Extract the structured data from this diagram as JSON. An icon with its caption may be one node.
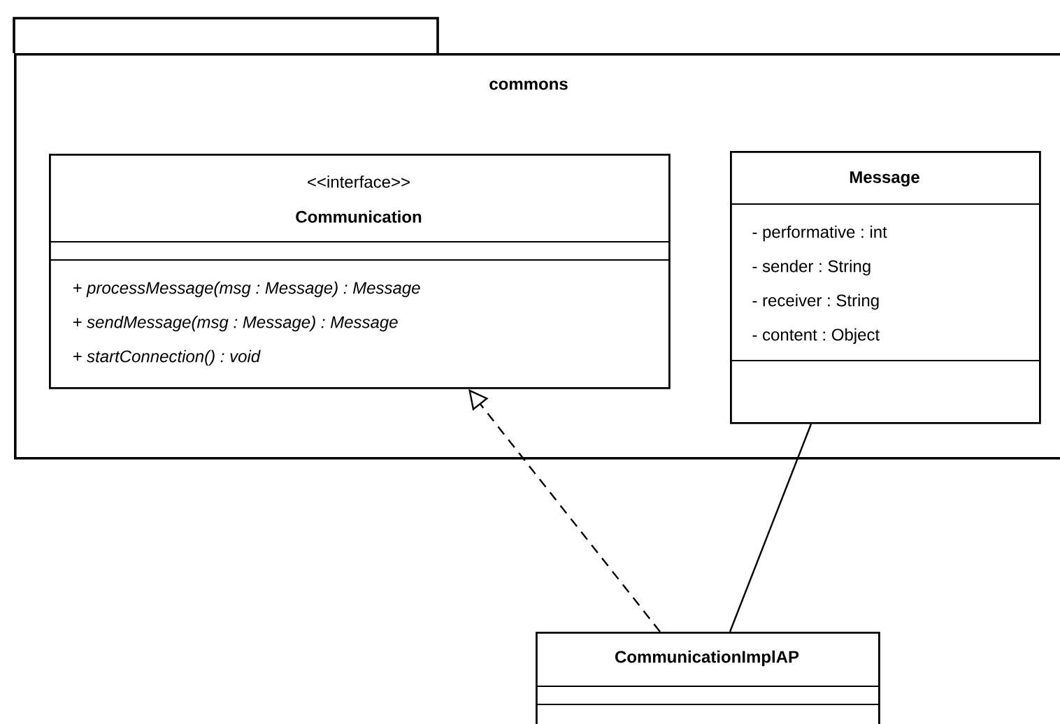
{
  "diagram": {
    "nodes": [
      {
        "text": [
          "commons"
        ]
      },
      {
        "text": [
          "<<interface>>",
          "Communication",
          "+ processMessage(msg : Message) : Message",
          "+ sendMessage(msg : Message) : Message",
          "+ startConnection() : void"
        ],
        "in": 0
      },
      {
        "text": [
          "Message",
          "- performative : int",
          "- sender : String",
          "- receiver : String",
          "- content : Object"
        ],
        "in": 0
      },
      {
        "text": [
          "CommunicationImplAP"
        ]
      }
    ],
    "edges": [
      {
        "from": 3,
        "to": 1,
        "arrow": "to",
        "style": "dashed"
      },
      {
        "from": 3,
        "to": 2,
        "arrow": "none"
      }
    ]
  }
}
